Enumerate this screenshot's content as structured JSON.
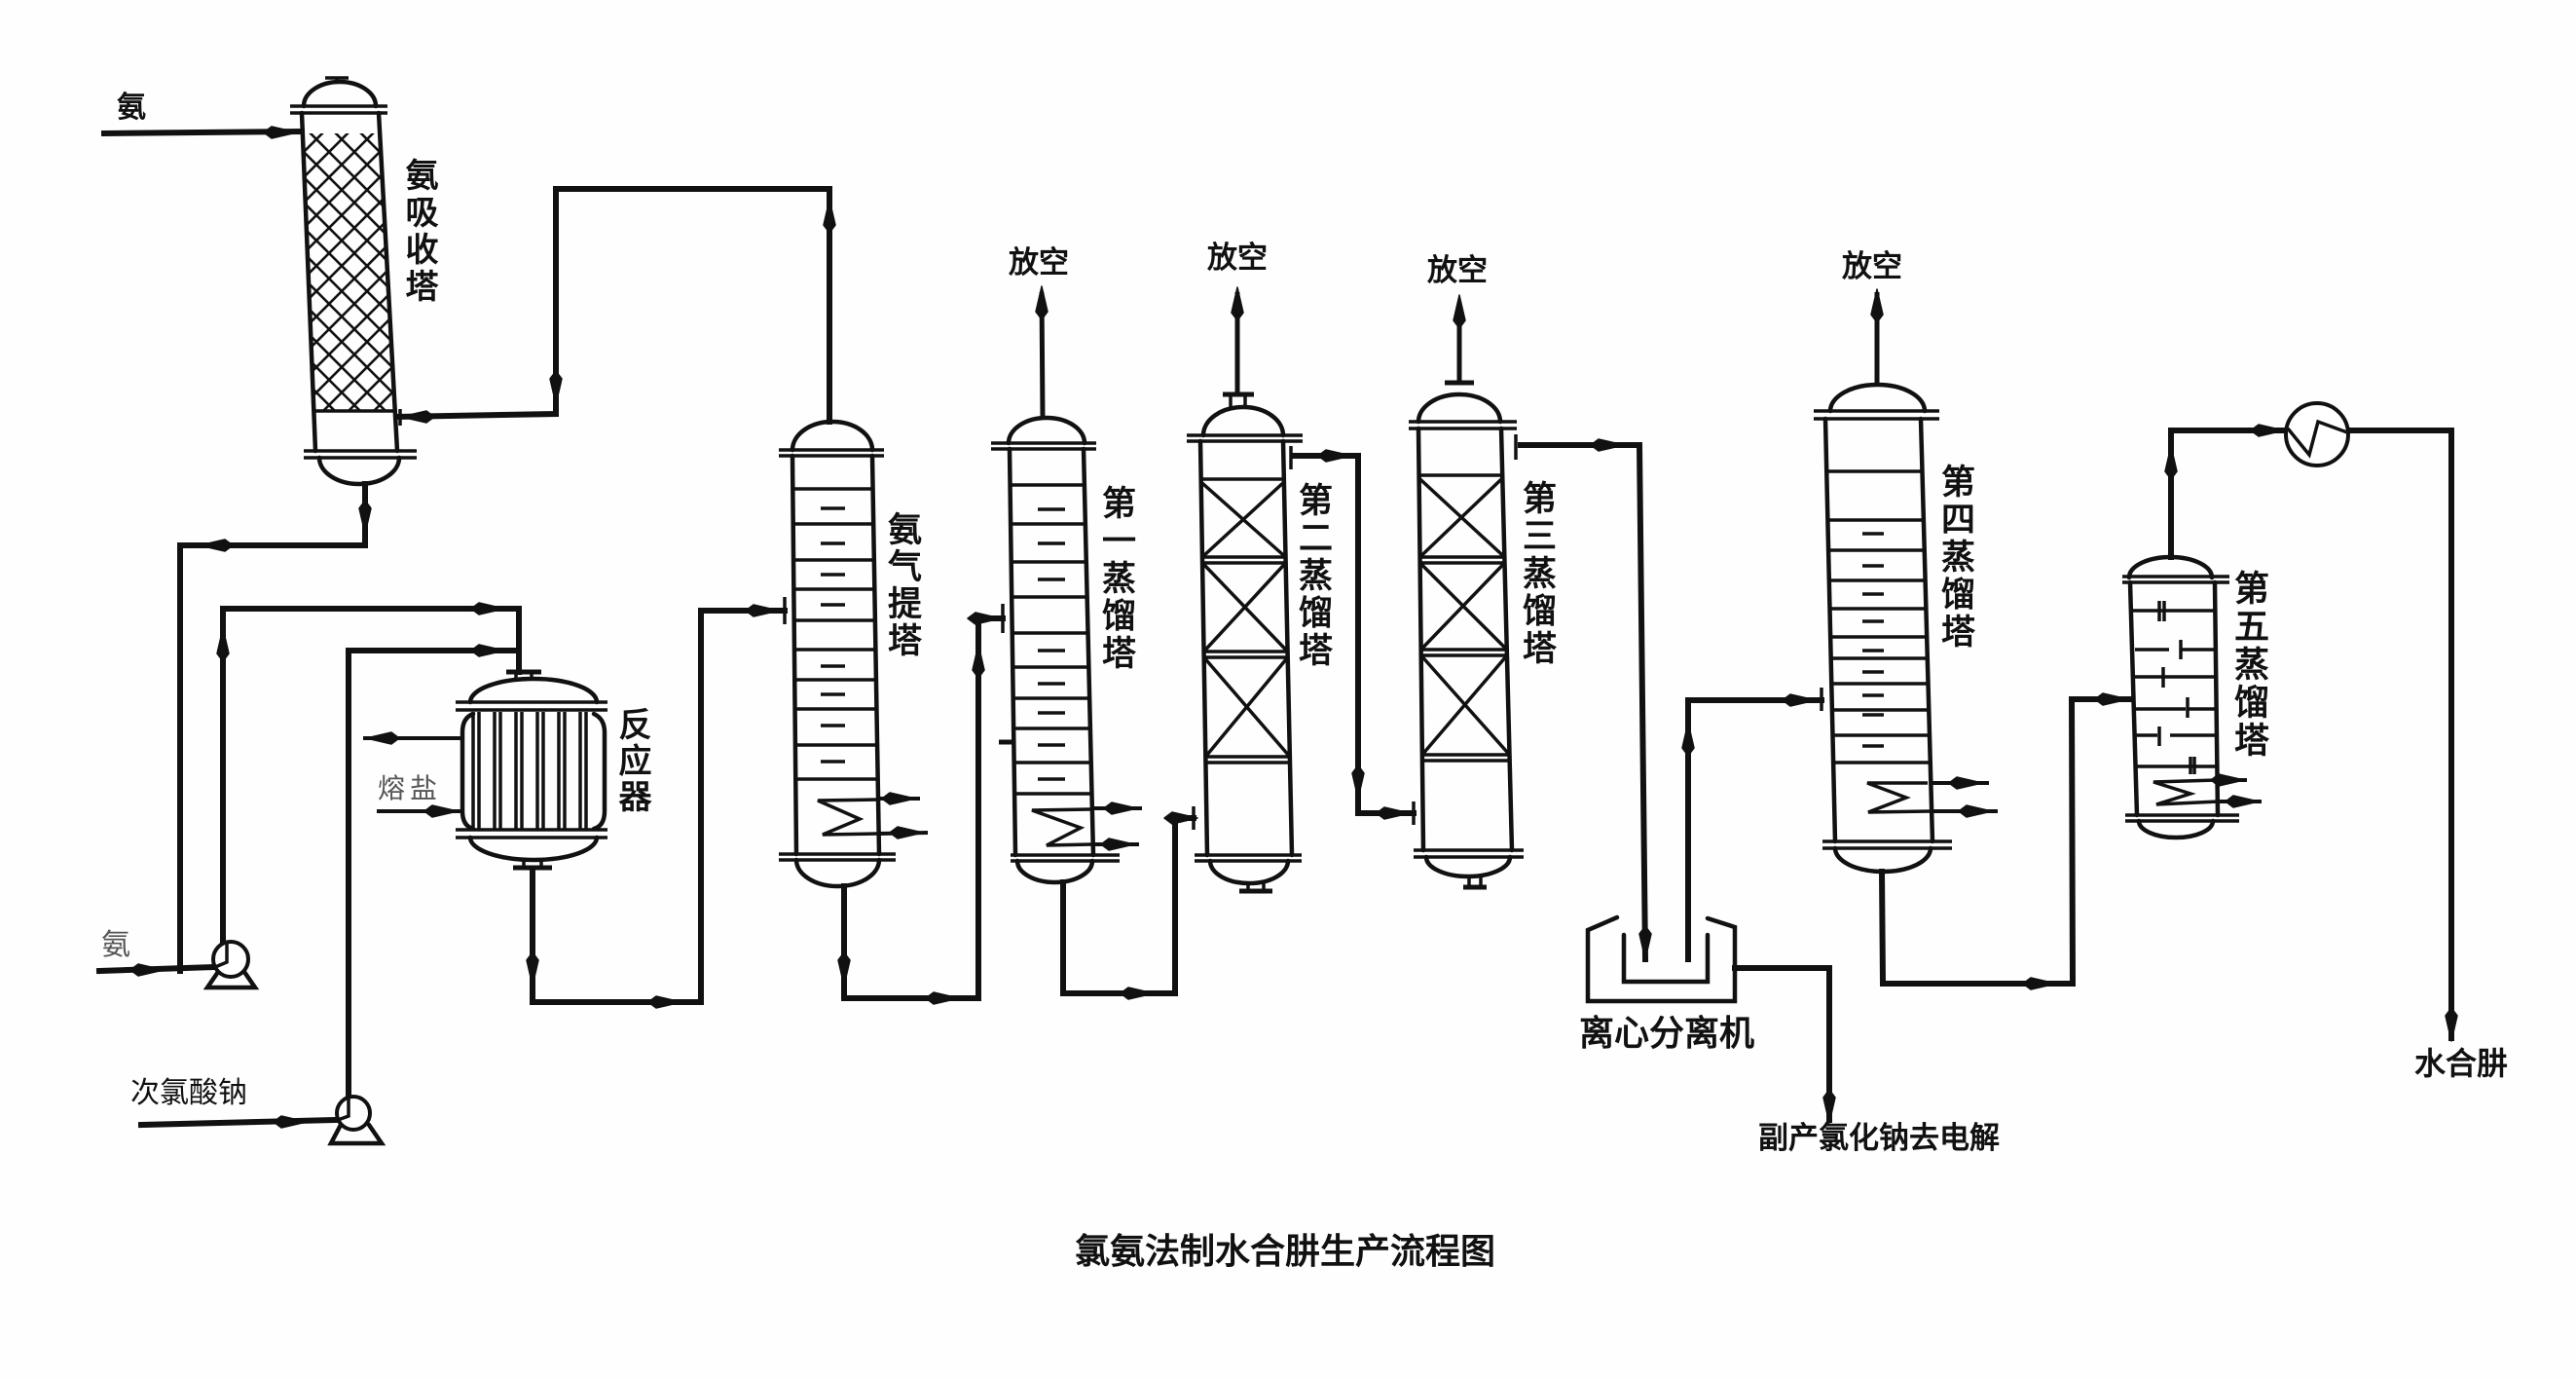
{
  "title": "氯氨法制水合肼生产流程图",
  "feeds": {
    "ammonia_to_absorber": "氨",
    "ammonia_to_pump": "氨",
    "sodium_hypochlorite": "次氯酸钠",
    "molten_salt": "熔盐"
  },
  "equipment": {
    "ammonia_absorber": "氨吸收塔",
    "reactor": "反应器",
    "ammonia_stripper": "氨气提塔",
    "distillation_1": "第一蒸馏塔",
    "distillation_2": "第二蒸馏塔",
    "distillation_3": "第三蒸馏塔",
    "centrifuge": "离心分离机",
    "distillation_4": "第四蒸馏塔",
    "distillation_5": "第五蒸馏塔"
  },
  "vents": [
    "放空",
    "放空",
    "放空",
    "放空"
  ],
  "products": {
    "byproduct": "副产氯化钠去电解",
    "main_product": "水合肼"
  },
  "symbols": {
    "pump": "pump-icon",
    "condenser": "condenser-icon",
    "reboiler": "reboiler-coil-icon",
    "packing": "packing-hatch-icon",
    "flow_arrow": "flow-arrow-icon"
  }
}
